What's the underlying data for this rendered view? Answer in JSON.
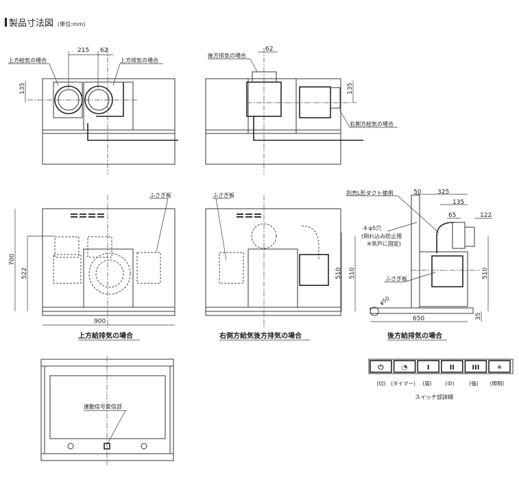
{
  "header": {
    "title": "製品寸法図",
    "unit": "(単位:mm)"
  },
  "fig_top_left": {
    "label_supply": "上方給気の場合",
    "label_exhaust": "上方排気の場合",
    "dim_a": "215",
    "dim_b": "62",
    "dim_c": "135"
  },
  "fig_top_right": {
    "label_exhaust": "後方排気の場合",
    "label_supply": "右側方給気の場合",
    "dim_a": "62",
    "dim_b": "135"
  },
  "fig_mid_left": {
    "label_plate": "ふさぎ板",
    "dim_h": "700",
    "dim_h2": "522",
    "dim_w": "900",
    "caption": "上方給排気の場合"
  },
  "fig_mid_center": {
    "label_plate": "ふさぎ板",
    "dim_h": "510",
    "caption": "右側方給気後方排気の場合"
  },
  "fig_side": {
    "label_duct": "別売L形ダクト使用",
    "label_hole": "4-φ5穴",
    "label_hole_note1": "(倒れ込み防止用",
    "label_hole_note2": "※吊戸に固定)",
    "label_plate": "ふさぎ板",
    "label_phi": "φ50",
    "dim_50": "50",
    "dim_325": "325",
    "dim_135": "135",
    "dim_65": "65",
    "dim_122": "122",
    "dim_510_left": "510",
    "dim_510_right": "510",
    "dim_650": "650",
    "dim_35": "35",
    "caption": "後方給排気の場合"
  },
  "switch_panel": {
    "buttons": [
      {
        "icon": "power-icon",
        "glyph": "⏻",
        "label": "(切)"
      },
      {
        "icon": "timer-icon",
        "glyph": "◔",
        "label": "(タイマー)"
      },
      {
        "icon": "fan-low-icon",
        "glyph": "I",
        "label": "(弱)"
      },
      {
        "icon": "fan-mid-icon",
        "glyph": "II",
        "label": "(中)"
      },
      {
        "icon": "fan-high-icon",
        "glyph": "III",
        "label": "(強)"
      },
      {
        "icon": "light-icon",
        "glyph": "✳",
        "label": "(照明)"
      }
    ],
    "caption": "スイッチ部詳細"
  },
  "fig_front": {
    "label_receiver": "連動信号受信部"
  }
}
